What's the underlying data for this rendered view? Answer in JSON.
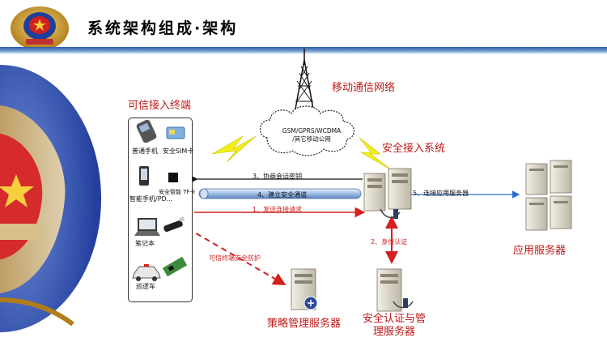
{
  "header": {
    "title": "系统架构组成·架构"
  },
  "network": {
    "label": "移动通信网络",
    "cloud_line1": "GSM/GPRS/WCDMA",
    "cloud_line2": "/其它移动公网"
  },
  "terminals": {
    "title": "可信接入终端",
    "items": [
      "普通手机",
      "安全SIM卡",
      "智能手机/PD...",
      "安全智能 TF卡",
      "笔记本",
      "巡逻车"
    ]
  },
  "access_system": {
    "label": "安全接入系统"
  },
  "app_server": {
    "label": "应用服务器"
  },
  "policy_server": {
    "label": "策略管理服务器"
  },
  "auth_server": {
    "label_line1": "安全认证与管",
    "label_line2": "理服务器"
  },
  "steps": {
    "s1": "1、发送连接请求",
    "s2": "2、身份认证",
    "s3": "3、协商会话密钥",
    "s4": "4、建立安全通道",
    "s5": "5、连接应用服务器",
    "protect": "可信终端安全防护"
  },
  "colors": {
    "red": "#d42020",
    "blue": "#2a6fd6",
    "accent": "#c01818"
  }
}
